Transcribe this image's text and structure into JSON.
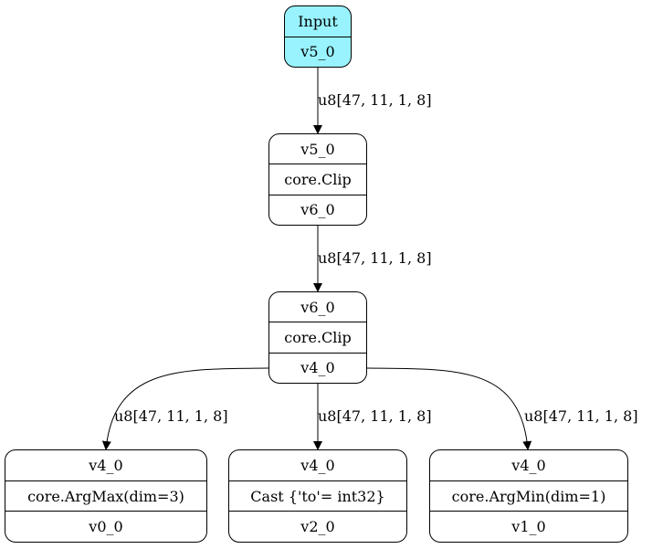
{
  "nodes": {
    "input": {
      "title": "Input",
      "output": "v5_0",
      "fill": "#98f3ff"
    },
    "clip1": {
      "input": "v5_0",
      "op": "core.Clip",
      "output": "v6_0"
    },
    "clip2": {
      "input": "v6_0",
      "op": "core.Clip",
      "output": "v4_0"
    },
    "argmax": {
      "input": "v4_0",
      "op": "core.ArgMax(dim=3)",
      "output": "v0_0"
    },
    "cast": {
      "input": "v4_0",
      "op": "Cast {'to'= int32}",
      "output": "v2_0"
    },
    "argmin": {
      "input": "v4_0",
      "op": "core.ArgMin(dim=1)",
      "output": "v1_0"
    }
  },
  "edges": {
    "input_to_clip1": "u8[47, 11, 1, 8]",
    "clip1_to_clip2": "u8[47, 11, 1, 8]",
    "clip2_to_argmax": "u8[47, 11, 1, 8]",
    "clip2_to_cast": "u8[47, 11, 1, 8]",
    "clip2_to_argmin": "u8[47, 11, 1, 8]"
  }
}
